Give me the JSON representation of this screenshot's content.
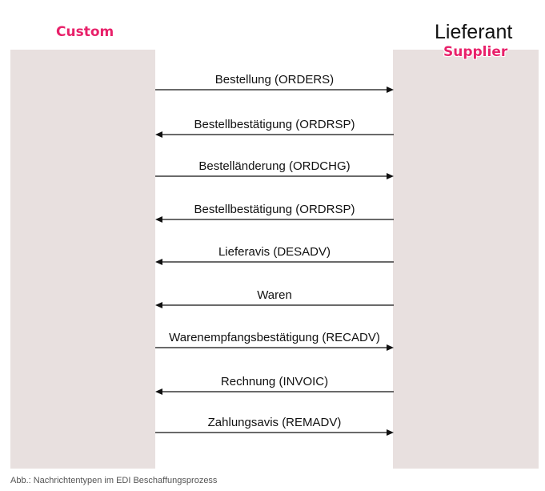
{
  "actors": {
    "left": {
      "overlay_label": "Custom"
    },
    "right": {
      "title": "Lieferant",
      "overlay_label": "Supplier"
    }
  },
  "messages": [
    {
      "label": "Bestellung (ORDERS)",
      "direction": "right"
    },
    {
      "label": "Bestellbestätigung (ORDRSP)",
      "direction": "left"
    },
    {
      "label": "Bestelländerung (ORDCHG)",
      "direction": "right"
    },
    {
      "label": "Bestellbestätigung (ORDRSP)",
      "direction": "left"
    },
    {
      "label": "Lieferavis (DESADV)",
      "direction": "left"
    },
    {
      "label": "Waren",
      "direction": "left"
    },
    {
      "label": "Warenempfangsbestätigung (RECADV)",
      "direction": "right"
    },
    {
      "label": "Rechnung (INVOIC)",
      "direction": "left"
    },
    {
      "label": "Zahlungsavis (REMADV)",
      "direction": "right"
    }
  ],
  "caption": "Abb.: Nachrichtentypen im EDI Beschaffungsprozess",
  "colors": {
    "lane_fill": "#e8e0df",
    "overlay_label": "#e8216a",
    "arrow": "#111111"
  }
}
